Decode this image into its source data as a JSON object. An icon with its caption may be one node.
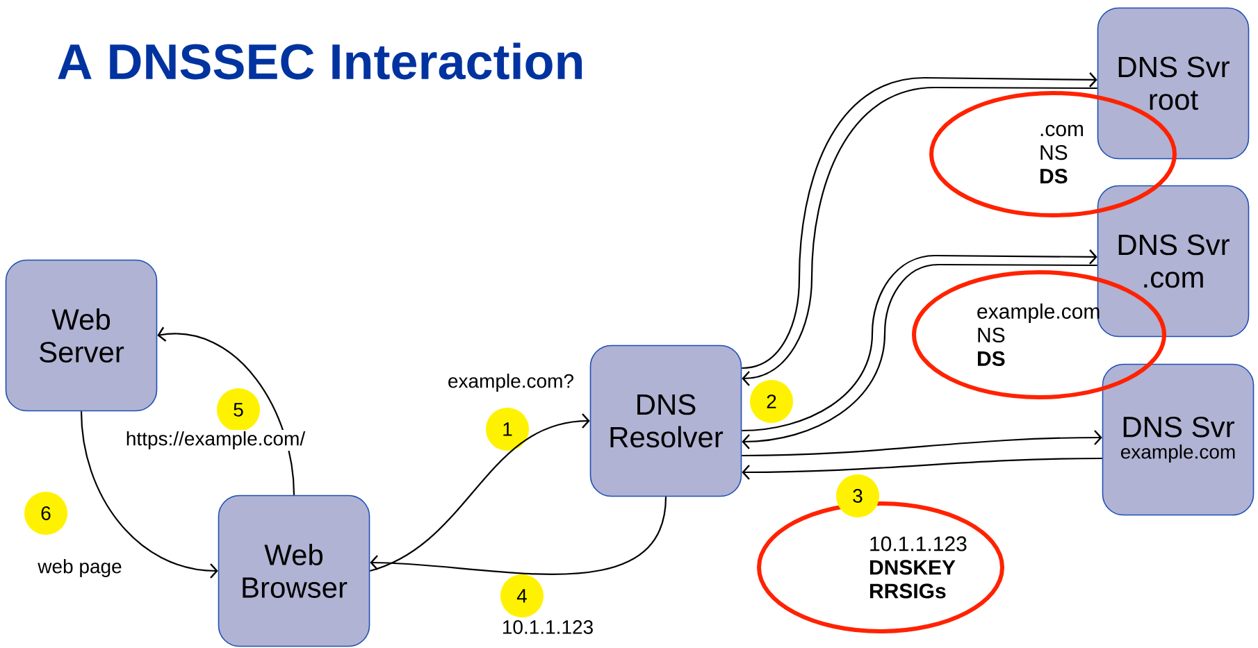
{
  "diagram": {
    "title": "A DNSSEC Interaction",
    "nodes": [
      {
        "text": [
          "Web Server"
        ]
      },
      {
        "text": [
          "Web Browser"
        ]
      },
      {
        "text": [
          "DNS Resolver"
        ]
      },
      {
        "text": [
          "DNS Svr",
          "root"
        ]
      },
      {
        "text": [
          "DNS Svr",
          ".com"
        ]
      },
      {
        "text": [
          "DNS Svr",
          "example.com"
        ]
      },
      {
        "text": [
          ".com NS **DS**"
        ]
      },
      {
        "text": [
          "example.com NS **DS**"
        ]
      },
      {
        "text": [
          "10.1.1.123 **DNSKEY RRSIGs**"
        ]
      },
      {
        "text": [
          "1"
        ]
      },
      {
        "text": [
          "2"
        ]
      },
      {
        "text": [
          "3"
        ]
      },
      {
        "text": [
          "4"
        ]
      },
      {
        "text": [
          "5"
        ]
      },
      {
        "text": [
          "6"
        ]
      }
    ],
    "edges": [
      {
        "from": 1,
        "to": 2,
        "arrow": "to",
        "label": "example.com?"
      },
      {
        "from": 2,
        "to": 1,
        "arrow": "to",
        "label": "10.1.1.123"
      },
      {
        "from": 1,
        "to": 0,
        "arrow": "to",
        "label": "https://example.com/"
      },
      {
        "from": 0,
        "to": 1,
        "arrow": "to",
        "label": "web page"
      },
      {
        "from": 2,
        "to": 3,
        "arrow": "to"
      },
      {
        "from": 3,
        "to": 2,
        "arrow": "to"
      },
      {
        "from": 2,
        "to": 4,
        "arrow": "to"
      },
      {
        "from": 4,
        "to": 2,
        "arrow": "to"
      },
      {
        "from": 2,
        "to": 5,
        "arrow": "to"
      },
      {
        "from": 5,
        "to": 2,
        "arrow": "to"
      }
    ]
  }
}
